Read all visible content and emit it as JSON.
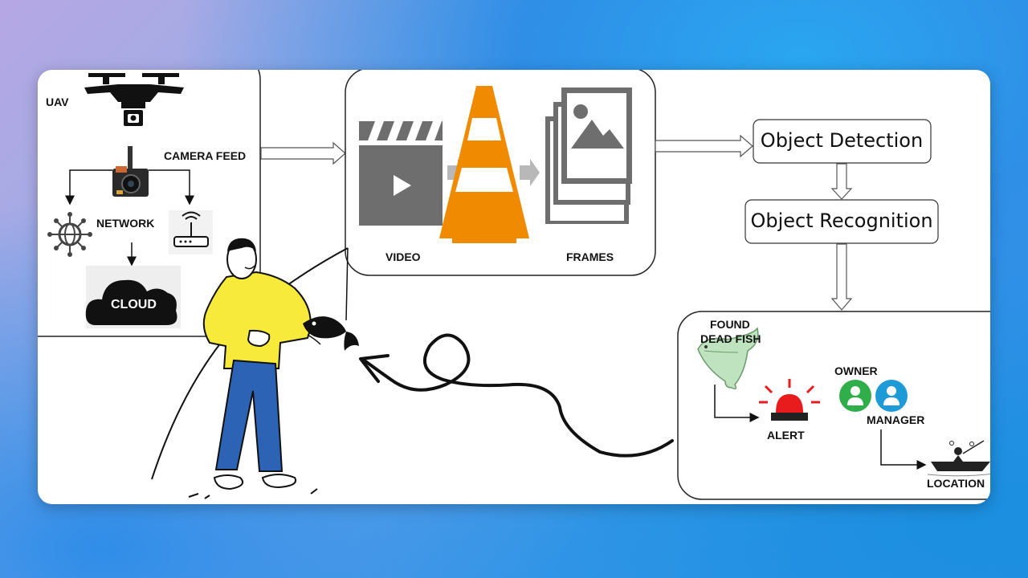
{
  "diagram": {
    "uav_label": "UAV",
    "camera_feed_label": "CAMERA FEED",
    "network_label": "NETWORK",
    "cloud_label": "CLOUD",
    "video_label": "VIDEO",
    "frames_label": "FRAMES",
    "object_detection_label": "Object Detection",
    "object_recognition_label": "Object Recognition",
    "found_label": "FOUND",
    "dead_fish_label": "DEAD FISH",
    "alert_label": "ALERT",
    "owner_label": "OWNER",
    "manager_label": "MANAGER",
    "location_label": "LOCATION"
  },
  "colors": {
    "vlc_orange": "#f08a00",
    "alert_red": "#e81c1c",
    "owner_green": "#2fae4a",
    "manager_blue": "#1e9ad6",
    "fisher_shirt": "#f7ea3b",
    "fisher_pants": "#2c63b5",
    "media_gray": "#6e6e6e"
  }
}
